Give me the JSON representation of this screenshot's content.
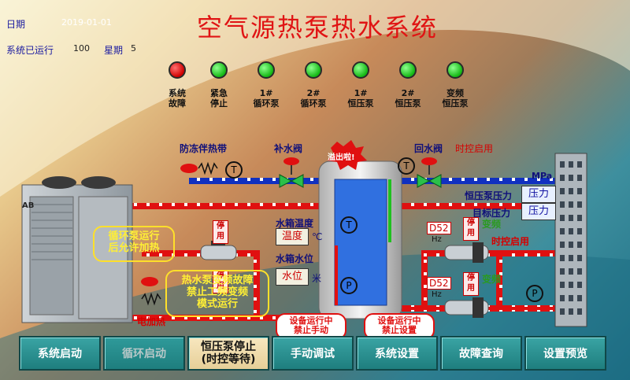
{
  "header": {
    "date_label": "日期",
    "date_value": "2019-01-01",
    "running_label": "系统已运行",
    "running_value": "100",
    "week_label": "星期",
    "week_value": "5",
    "title": "空气源热泵热水系统"
  },
  "indicators": [
    {
      "label": "系统\n故障",
      "color": "red"
    },
    {
      "label": "紧急\n停止",
      "color": "green"
    },
    {
      "label": "1#\n循环泵",
      "color": "green"
    },
    {
      "label": "2#\n循环泵",
      "color": "green"
    },
    {
      "label": "1#\n恒压泵",
      "color": "green"
    },
    {
      "label": "2#\n恒压泵",
      "color": "green"
    },
    {
      "label": "变频\n恒压泵",
      "color": "green"
    }
  ],
  "diagram": {
    "antifreeze_label": "防冻伴热带",
    "makeup_valve_label": "补水阀",
    "return_valve_label": "回水阀",
    "timed_start": "时控启用",
    "timed_start_2": "时控启用",
    "overflow_badge": "溢出啦!",
    "mpa": "MPa",
    "const_pressure_label": "恒压泵压力",
    "const_pressure_value": "压力",
    "target_pressure_label": "目标压力",
    "target_pressure_value": "压力",
    "tank_temp_label": "水箱温度",
    "tank_temp_value": "温度",
    "tank_temp_unit": "℃",
    "tank_level_label": "水箱水位",
    "tank_level_value": "水位",
    "tank_level_unit": "米",
    "electric_heat": "电加热",
    "stop_label": "停用",
    "d52": "D52",
    "hz": "Hz",
    "freq": "变频",
    "t_symbol": "T",
    "p_symbol": "P",
    "hp_logo": "AB",
    "callout_circ": "循环泵运行\n后允许加热",
    "callout_fault": "热水泵变频故障\n禁止工频变频\n模式运行",
    "callout_manual": "设备运行中\n禁止手动",
    "callout_setting": "设备运行中\n禁止设置"
  },
  "buttons": {
    "start": "系统启动",
    "circ_start": "循环启动",
    "pump_stop": "恒压泵停止\n(时控等待)",
    "manual": "手动调试",
    "settings": "系统设置",
    "faults": "故障查询",
    "preview": "设置预览"
  },
  "colors": {
    "title": "#e01414",
    "pipe_red": "#e01010",
    "pipe_blue": "#1030c0",
    "button": "#1e7e7e",
    "tank": "#3070e0"
  }
}
